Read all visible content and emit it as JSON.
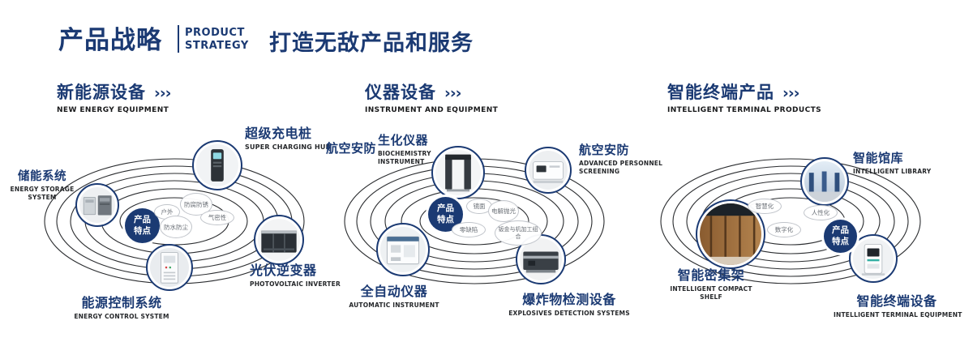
{
  "colors": {
    "navy": "#1b3a73",
    "ring": "#2b2d30",
    "bubble_border": "#c0c4ca"
  },
  "header": {
    "title_cn": "产品战略",
    "title_en_line1": "PRODUCT",
    "title_en_line2": "STRATEGY",
    "slogan": "打造无敌产品和服务"
  },
  "arrows": "›››",
  "sections": [
    {
      "title_cn": "新能源设备",
      "title_en": "NEW ENERGY EQUIPMENT",
      "badge": {
        "line1": "产品",
        "line2": "特点"
      },
      "features": [
        "户外",
        "防腐防锈",
        "气密性",
        "防水防尘"
      ],
      "products": [
        {
          "cn": "储能系统",
          "en": "ENERGY STORAGE SYSTEM"
        },
        {
          "cn": "超级充电桩",
          "en": "SUPER CHARGING HUB"
        },
        {
          "cn": "光伏逆变器",
          "en": "PHOTOVOLTAIC INVERTER"
        },
        {
          "cn": "能源控制系统",
          "en": "ENERGY CONTROL SYSTEM"
        }
      ]
    },
    {
      "title_cn": "仪器设备",
      "title_en": "INSTRUMENT AND EQUIPMENT",
      "side_label": "航空安防",
      "badge": {
        "line1": "产品",
        "line2": "特点"
      },
      "features": [
        "镜面",
        "电解抛光",
        "零缺陷",
        "钣金与机加工组合"
      ],
      "products": [
        {
          "cn": "生化仪器",
          "en": "BIOCHEMISTRY INSTRUMENT"
        },
        {
          "cn": "航空安防",
          "en": "ADVANCED PERSONNEL SCREENING"
        },
        {
          "cn": "全自动仪器",
          "en": "AUTOMATIC INSTRUMENT"
        },
        {
          "cn": "爆炸物检测设备",
          "en": "EXPLOSIVES DETECTION SYSTEMS"
        }
      ]
    },
    {
      "title_cn": "智能终端产品",
      "title_en": "INTELLIGENT TERMINAL PRODUCTS",
      "badge": {
        "line1": "产品",
        "line2": "特点"
      },
      "features": [
        "智慧化",
        "人性化",
        "数字化"
      ],
      "products": [
        {
          "cn": "智能馆库",
          "en": "INTELLIGENT LIBRARY"
        },
        {
          "cn": "智能密集架",
          "en": "INTELLIGENT COMPACT SHELF"
        },
        {
          "cn": "智能终端设备",
          "en": "INTELLIGENT TERMINAL EQUIPMENT"
        }
      ]
    }
  ]
}
